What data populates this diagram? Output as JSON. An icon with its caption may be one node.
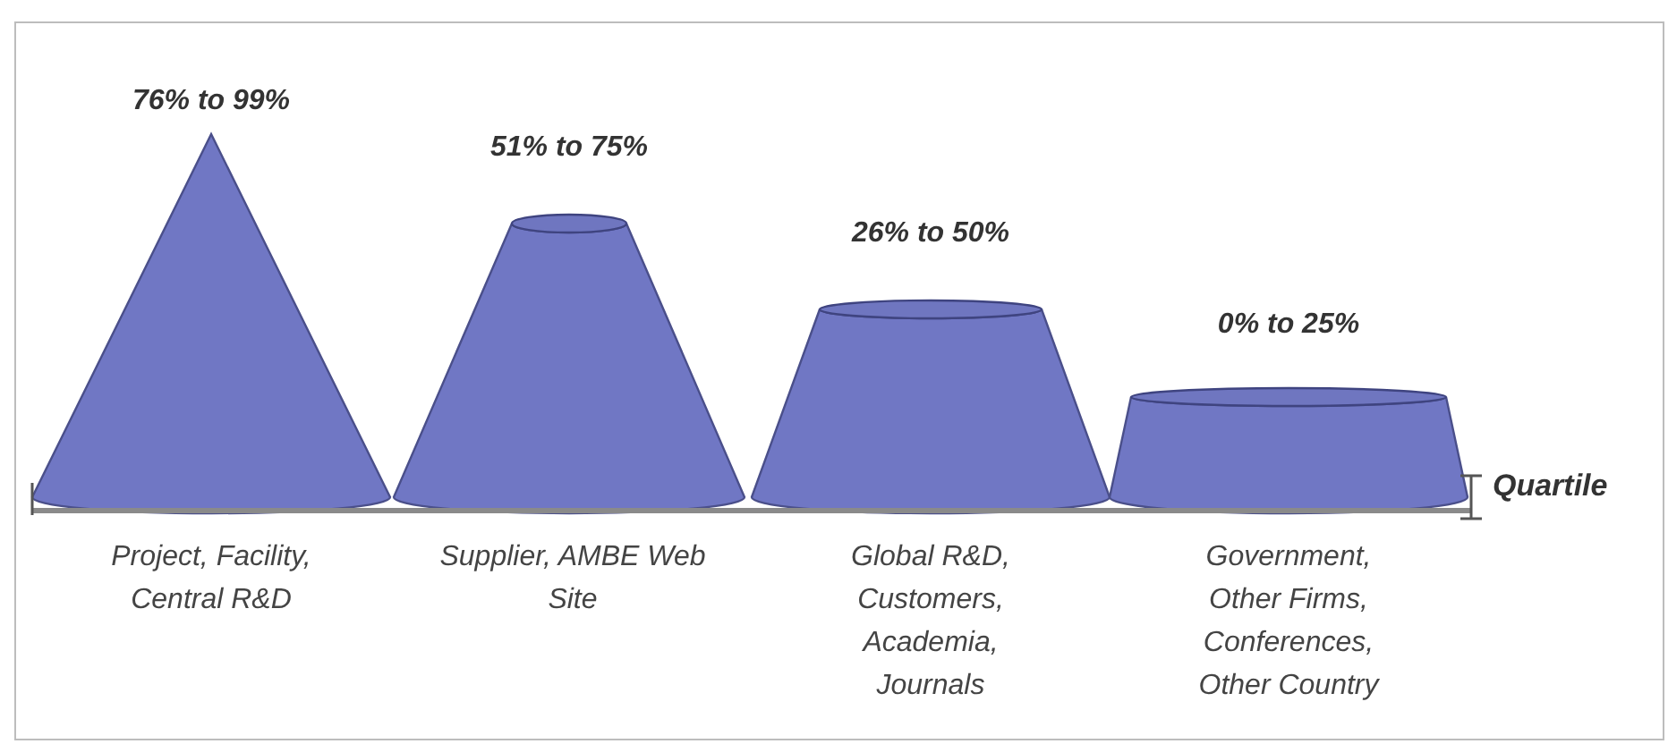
{
  "diagram": {
    "labels": [
      "76% to 99%",
      "51% to 75%",
      "26% to 50%",
      "0% to 25%",
      "Quartile",
      "Project, Facility, Central R&D",
      "Supplier, AMBE Web Site",
      "Global R&D, Customers, Academia, Journals",
      "Government, Other Firms, Conferences, Other Country"
    ]
  }
}
